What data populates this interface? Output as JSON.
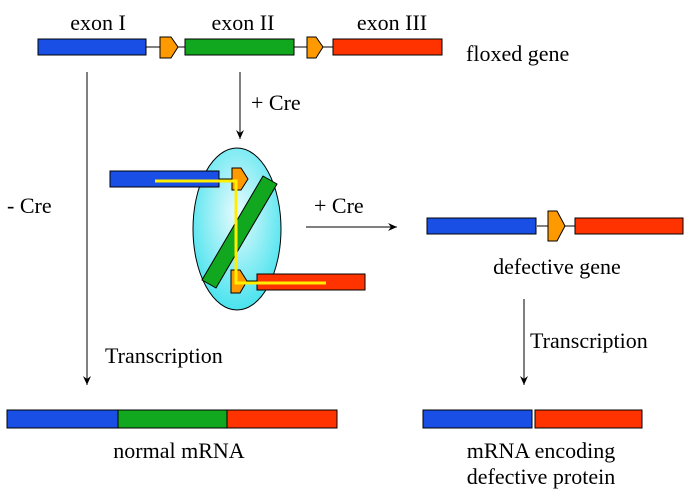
{
  "labels": {
    "exon1": "exon I",
    "exon2": "exon II",
    "exon3": "exon III",
    "floxed_gene": "floxed gene",
    "plus_cre_top": "+ Cre",
    "minus_cre": "- Cre",
    "plus_cre_mid": "+ Cre",
    "defective_gene": "defective gene",
    "transcription_left": "Transcription",
    "transcription_right": "Transcription",
    "normal_mrna": "normal mRNA",
    "mrna_encoding_line1": "mRNA encoding",
    "mrna_encoding_line2": "defective protein"
  },
  "colors": {
    "exon1": "#1a4fe6",
    "exon2": "#11a81f",
    "exon3": "#ff3300",
    "loxp": "#ff9900",
    "recombinase": "#49e3ee",
    "recombinase_gradient_inner": "#e8fbfd",
    "crossover_line": "#ffee00",
    "line": "#000000"
  },
  "icons": {
    "loxp_site": "loxp-arrow-icon",
    "cre_complex": "cre-recombinase-ellipse-icon"
  }
}
